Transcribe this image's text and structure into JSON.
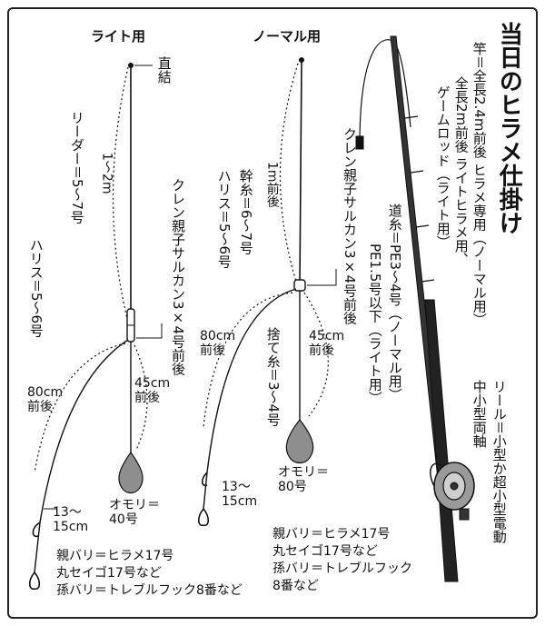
{
  "title": "当日のヒラメ仕掛け",
  "rod": {
    "line1": "竿＝全長2.4m前後 ヒラメ専用（ノーマル用）",
    "line2": "全長2m前後 ライトヒラメ用、",
    "line3": "ゲームロッド（ライト用）"
  },
  "mainline": {
    "line1": "道糸＝PE3～4号（ノーマル用）",
    "line2": "PE1.5号以下（ライト用）"
  },
  "reel": {
    "line1": "リール＝小型か超小型電動",
    "line2": "中小型両軸"
  },
  "light": {
    "heading": "ライト用",
    "direct": "直結",
    "leader": "リーダー＝5～7号",
    "leader_len": "1～2m",
    "harisu": "ハリス＝5～6号",
    "swivel": "クレン親子サルカン3×4号前後",
    "branch_len": "80cm前後",
    "sinker_len": "45cm前後",
    "hook_gap": "13～15cm",
    "sinker": "オモリ＝40号",
    "hooks": [
      "親バリ＝ヒラメ17号",
      "丸セイゴ17号など",
      "孫バリ＝トレブルフック8番など"
    ]
  },
  "normal": {
    "heading": "ノーマル用",
    "trunk_len": "1m前後",
    "trunk": "幹糸＝6～7号",
    "harisu": "ハリス＝5～6号",
    "swivel": "クレン親子サルカン3×4号前後",
    "branch_len": "80cm前後",
    "sinker_len": "45cm前後",
    "sute": "捨て糸＝3～4号",
    "hook_gap": "13～15cm",
    "sinker": "オモリ＝80号",
    "hooks": [
      "親バリ＝ヒラメ17号",
      "丸セイゴ17号など",
      "孫バリ＝トレブルフック",
      "8番など"
    ]
  }
}
